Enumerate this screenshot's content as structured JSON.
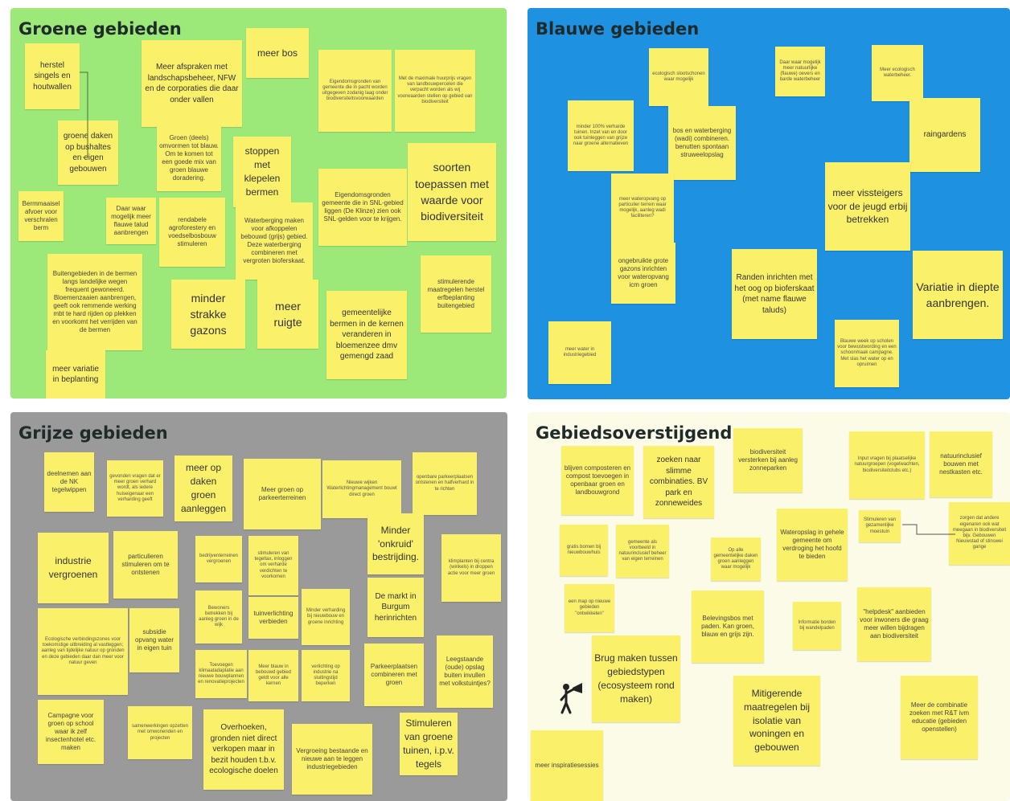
{
  "colors": {
    "green": "#9ce878",
    "blue": "#1e91e0",
    "grey": "#9a9a9a",
    "cream": "#fbfbe8",
    "note": "#fbf06a"
  },
  "panels": {
    "green": {
      "title": "Groene gebieden"
    },
    "blue": {
      "title": "Blauwe gebieden"
    },
    "grey": {
      "title": "Grijze gebieden"
    },
    "cross": {
      "title": "Gebiedsoverstijgend"
    }
  },
  "notes": {
    "green": [
      "herstel singels en houtwallen",
      "Meer afspraken met landschapsbeheer, NFW en de corporaties die daar onder vallen",
      "meer bos",
      "Eigendomsgronden van gemeente die in pacht worden uitgegeven zodanig laag onder biodiversiteitsvoorwaarden",
      "Met de maximale huurprijs vragen van landbouwpercelen die verpacht worden als wij voorwaarden stellen op gebied van biodiversiteit",
      "groene daken op bushaltes en eigen gebouwen",
      "Groen (deels) omvormen tot blauw. Om te komen tot een goede mix van groen blauwe doradering.",
      "stoppen met klepelen bermen",
      "soorten toepassen met waarde voor biodiversiteit",
      "Eigendomsgronden gemeente die in SNL-gebied liggen (De Klinze) zien ook SNL-gelden voor te krijgen.",
      "Bermmaaisel afvoer voor verschralen berm",
      "Daar waar mogelijk meer flauwe talud aanbrengen",
      "rendabele agroforestery en voedselbosbouw stimuleren",
      "Waterberging maken voor afkoppelen bebouwd (grijs) gebied. Deze waterberging combineren met vergroten bioferskaat.",
      "Buitengebieden in de bermen langs landelijke wegen frequent gewoneerd. Bloemenzaaien aanbrengen, geeft ook remmende werking mbt te hard rijden op plekken en voorkomt het verrijden van de bermen",
      "minder strakke gazons",
      "meer ruigte",
      "gemeentelijke bermen in de kernen veranderen in bloemenzee dmv gemengd zaad",
      "stimulerende maatregelen herstel erfbeplanting buitengebied",
      "meer variatie in beplanting"
    ],
    "blue": [
      "ecologisch slootschonen waar mogelijk",
      "Daar waar mogelijk meer natuurlijke (flauwe) oevers en barde waterbeheer",
      "Meer ecologisch waterbeheer.",
      "minder 100% verharde tuinen. Inzet van en door ook tuinleggen van grijze naar groene alternatieven",
      "bos en waterberging (wadi) combineren. benutten spontaan struweelopslag",
      "raingardens",
      "meer wateropvang op particulier terrein waar mogelijk, aanleg wadi faciliteren?",
      "meer vissteigers voor de jeugd erbij betrekken",
      "ongebruikte grote gazons inrichten voor wateropvang icm groen",
      "Randen inrichten met het oog op bioferskaat (met name flauwe taluds)",
      "Variatie in diepte aanbrengen.",
      "meer water in industriegebied",
      "Blauwe week op scholen voor bewustwording en een schoonmaak campagne. Met slas het water op en opruimen"
    ],
    "grey": [
      "deelnemen aan de NK tegelwippen",
      "gevonden vragen dat er meer groen verhard wordt, als iedere huiseigenaar een verharding geeft",
      "meer op daken groen aanleggen",
      "Meer groen op parkeerterreinen",
      "Nieuwe wijken Waterlichtingmanagement bouwt direct groen",
      "openbare parkeerplaatsen ontstenen en halfverhard in te richten",
      "Minder 'onkruid' bestrijding.",
      "industrie vergroenen",
      "particulieren stimuleren om te ontstenen",
      "bedrijventerreinen vergroenen",
      "stimuleren van tegeltax, inloggen om verharde verdichten te voorkomen",
      "klimplanten bij centra (winkels) in droppen actie voor meer groen",
      "De markt in Burgum herinrichten",
      "Ecologische verbindingszones voor toekomstige uitbreiding al vastleggen; aanleg van tijdelijke natuur op gronden en deze gebieden daar dan meer voor natuur geven",
      "subsidie opvang water in eigen tuin",
      "Bewoners betrekken bij aanleg groen in de wijk",
      "tuinverlichting verbieden",
      "Minder verharding bij nieuwbouw en groene inrichting",
      "Leegstaande (oude) opslag buiten invullen met volkstuintjes?",
      "Toevoegen klimaatadaptatie aan nieuwe bouwplannen en renovatieprojecten",
      "Meer blauw in bebouwd gebied geldt voor alle kernen",
      "verlichting op industrie na sluitingstijd beperken",
      "Parkeerplaatsen combineren met groen",
      "Campagne voor groen op school waar ik zelf insectenhotel etc. maken",
      "samenwerkingen opzetten met omwonenden en projecten",
      "Overhoeken, gronden niet direct verkopen maar in bezit houden t.b.v. ecologische doelen",
      "Vergroeing bestaande en nieuwe aan te leggen industriegebieden",
      "Stimuleren van groene tuinen, i.p.v. tegels"
    ],
    "cross": [
      "blijven composteren en compost toevoegen in openbaar groen en landbouwgrond",
      "zoeken naar slimme combinaties. BV park en zonneweides",
      "biodiversiteit versterken bij aanleg zonneparken",
      "Input vragen bij plaatselijke natuurgroepen (vogelwachten, biodiversiteitclubs etc.)",
      "natuurinclusief bouwen met nestkasten etc.",
      "gratis bomen bij nieuwbouwhuis",
      "gemeente als voorbeeld in natuurinclusief beheer van eigen terreinen",
      "Op alle gemeentelijke daken groen aanleggen waar mogelijk",
      "Wateropslag in gehele gemeente om verdroging het hoofd te bieden",
      "Stimuleren van gezamenlijke moestuin",
      "zorgen dat andere eigenaren ook wat meegaan in biodiversiteit bijv. Gebouwen Nieuwstad of stinswei gange",
      "een map op nieuwe gebieden \"ontwikkelen\"",
      "Belevingsbos met paden. Kan groen, blauw en grijs zijn.",
      "Informatie borden bij wandelpaden",
      "\"helpdesk\" aanbieden voor inwoners die graag meer willen bijdragen aan biodiversiteit",
      "Brug maken tussen gebiedstypen (ecosysteem rond maken)",
      "Mitigerende maatregelen bij isolatie van woningen en gebouwen",
      "Meer de combinatie zoeken met R&T ivm educatie (gebieden openstellen)",
      "meer inspiratiesessies"
    ]
  }
}
